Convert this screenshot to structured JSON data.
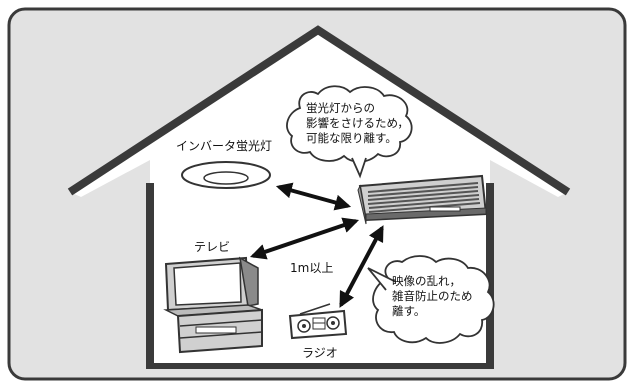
{
  "labels": {
    "inverter_light": "インバータ蛍光灯",
    "tv": "テレビ",
    "radio": "ラジオ",
    "distance": "1m以上"
  },
  "notes": {
    "light_note": [
      "蛍光灯からの",
      "影響をさけるため，",
      "可能な限り離す。"
    ],
    "noise_note": [
      "映像の乱れ，",
      "雑音防止のため",
      "離す。"
    ]
  },
  "colors": {
    "panel_bg": "#e2e2e2",
    "house_fill": "#ffffff",
    "outline": "#3a3a3a",
    "unit_body": "#d6d6d6",
    "unit_dark": "#6a6a6a",
    "arrow": "#111111"
  }
}
